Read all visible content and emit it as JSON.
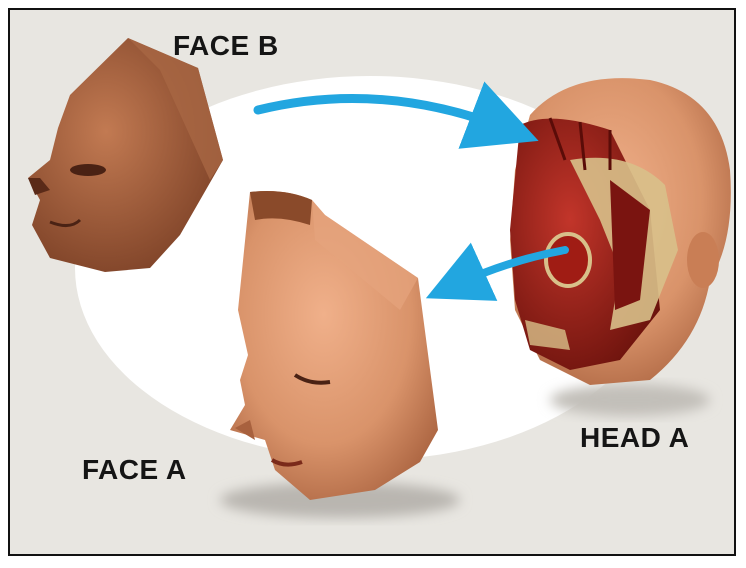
{
  "labels": {
    "face_b": "FACE B",
    "face_a": "FACE A",
    "head_a": "HEAD A"
  },
  "colors": {
    "background": "#e8e6e1",
    "ellipse": "#ffffff",
    "skin": "#d9936a",
    "skin_shadow": "#b26a45",
    "face_b_skin": "#9c5b3a",
    "muscle": "#8e1a14",
    "bone": "#d8c08a",
    "arrow": "#22a6e0",
    "text": "#151515"
  },
  "icons": {
    "arrow_top": "curved-arrow-right-icon",
    "arrow_middle": "curved-arrow-left-icon"
  }
}
